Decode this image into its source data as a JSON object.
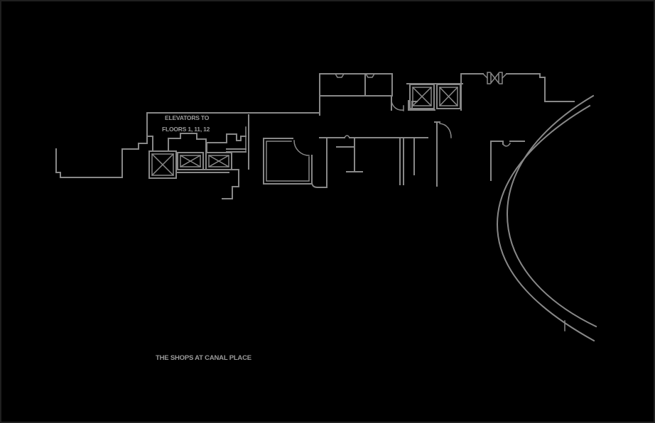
{
  "canvas": {
    "background": "#000000",
    "border_color": "#1f1f1f",
    "line_color": "#888888",
    "text_color": "#9a9a9a"
  },
  "labels": {
    "elevator_note_line1": "ELEVATORS TO",
    "elevator_note_line2": "FLOORS 1, 11, 12",
    "building_name": "THE SHOPS AT CANAL PLACE"
  },
  "plan": {
    "left_elevator_bank_cars": 3,
    "top_elevator_bank_cars": 2
  }
}
